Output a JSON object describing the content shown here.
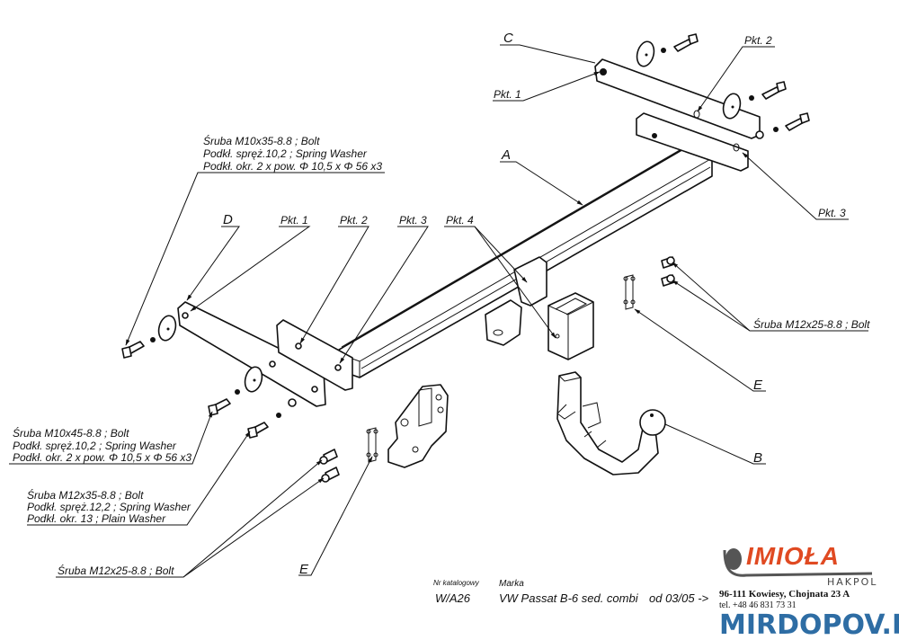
{
  "diagram": {
    "title": "Tow bar installation diagram",
    "parts": {
      "A": "A",
      "B": "B",
      "C": "C",
      "D": "D",
      "E_right": "E",
      "E_left": "E"
    },
    "points": {
      "top_pkt1": "Pkt. 1",
      "top_pkt2": "Pkt. 2",
      "top_pkt3": "Pkt. 3",
      "mid_pkt1": "Pkt. 1",
      "mid_pkt2": "Pkt. 2",
      "mid_pkt3": "Pkt. 3",
      "mid_pkt4": "Pkt. 4"
    },
    "callouts": {
      "bolt_m10x35": {
        "line1": "Śruba M10x35-8.8 ;  Bolt",
        "line2": "Podkł. spręż.10,2 ; Spring Washer",
        "line3": "Podkł. okr. 2 x pow. Φ 10,5 x Φ 56 x3"
      },
      "bolt_m10x45": {
        "line1": "Śruba M10x45-8.8 ;  Bolt",
        "line2": "Podkł. spręż.10,2 ; Spring Washer",
        "line3": "Podkł. okr. 2 x pow. Φ 10,5 x Φ 56 x3"
      },
      "bolt_m12x35": {
        "line1": "Śruba M12x35-8.8 ;  Bolt",
        "line2": "Podkł. spręż.12,2 ; Spring Washer",
        "line3": "Podkł. okr. 13 ; Plain Washer"
      },
      "bolt_m12x25_left": "Śruba M12x25-8.8 ;  Bolt",
      "bolt_m12x25_right": "Śruba M12x25-8.8 ;  Bolt"
    }
  },
  "title_block": {
    "catalog_label": "Nr katalogowy",
    "catalog_value": "W/A26",
    "make_label": "Marka",
    "make_value": "VW Passat B-6 sed. combi",
    "date_range": "od 03/05 ->"
  },
  "brand": {
    "logo_text": "IMIOŁA",
    "sub_text": "HAKPOL",
    "address": "96-111 Kowiesy, Chojnata 23 A",
    "phone": "tel. +48 46 831 73 31",
    "accent_color": "#e04a22"
  },
  "watermark": {
    "text": "MIRDOPOV.RU",
    "color": "#2e6da4"
  }
}
